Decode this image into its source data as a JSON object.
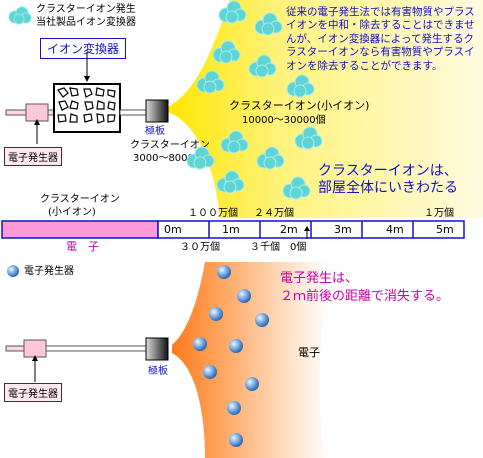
{
  "top": {
    "legend_line1": "クラスターイオン発生",
    "legend_line2": "当社製品イオン変換器",
    "device_label": "イオン変換器",
    "electron_generator_label": "電子発生器",
    "plate_label": "極板",
    "near_ion_count_line1": "クラスターイオン",
    "near_ion_count_line2": "3000～8000個",
    "far_ion_label": "クラスターイオン(小イオン)",
    "far_ion_count": "10000～30000個",
    "explanation": "従来の電子発生法では有害物質やプラスイオンを中和・除去することはできませんが、イオン変換器によって発生するクラスターイオンなら有害物質やプラスイオンを除去することができます。",
    "spread_message_line1": "クラスターイオンは、",
    "spread_message_line2": "部屋全体にいきわたる"
  },
  "scale": {
    "ion_label_line1": "クラスターイオン",
    "ion_label_line2": "(小イオン)",
    "electron_label": "電　子",
    "ticks": [
      "0m",
      "1m",
      "2m",
      "3m",
      "4m",
      "5m"
    ],
    "ion_counts": [
      "１００万個",
      "２４万個",
      "１万個"
    ],
    "electron_counts": [
      "３０万個",
      "３千個",
      "0個"
    ]
  },
  "bottom": {
    "legend": "電子発生器",
    "message_line1": "電子発生は、",
    "message_line2": "２ｍ前後の距離で消失する。",
    "electron_label": "電子",
    "plate_label": "極板",
    "generator_label": "電子発生器"
  },
  "colors": {
    "ion_cloud": "#5fd4d4",
    "electron_ball": "#4a86c8",
    "yellow_glow": "#ffee33",
    "orange_glow": "#ff9a4a",
    "pink": "#ff8fd6",
    "label_blue": "#1010c8",
    "label_magenta": "#cc00aa"
  }
}
